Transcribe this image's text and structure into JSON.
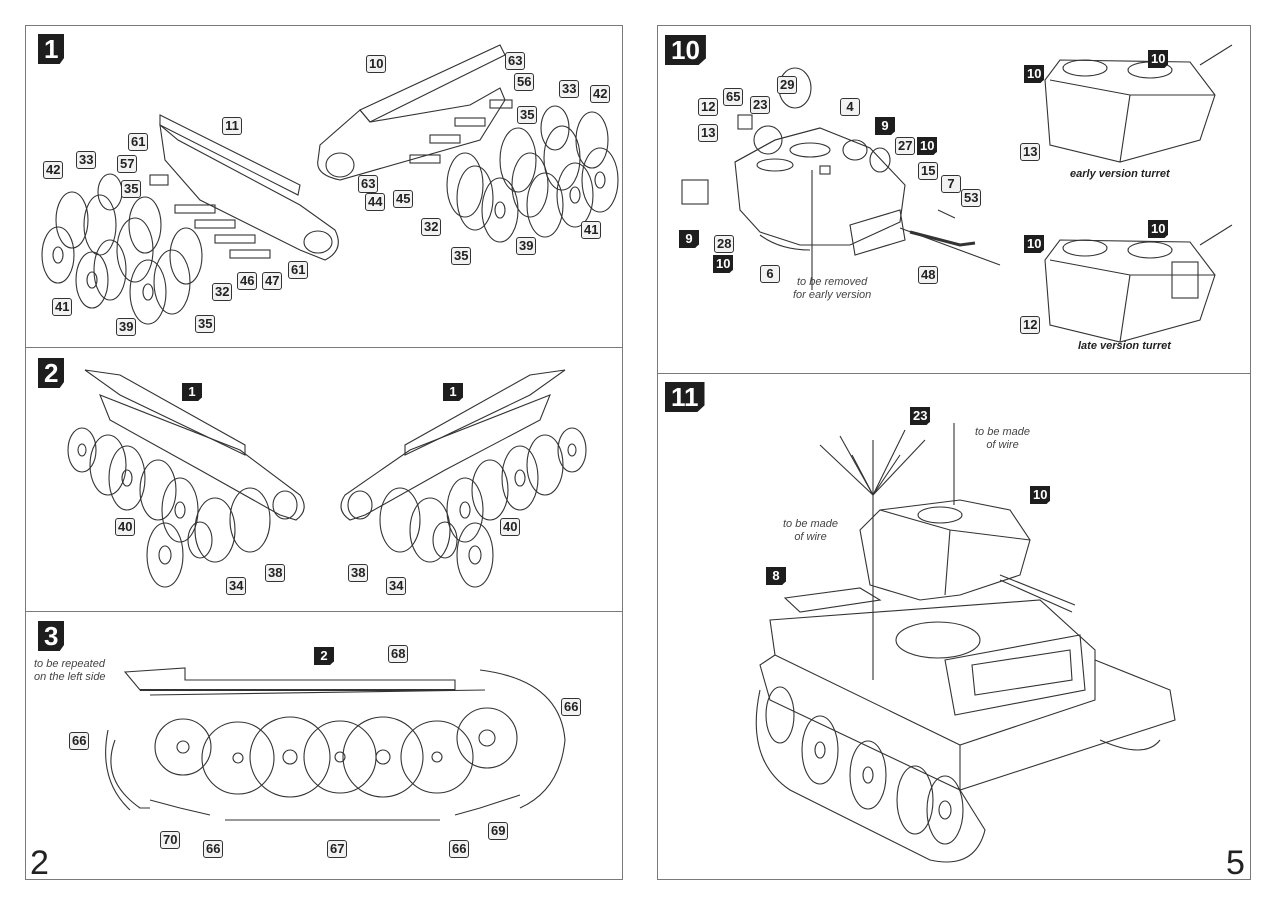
{
  "document": {
    "type": "model kit assembly instructions",
    "pages": [
      {
        "number": "2",
        "side": "left"
      },
      {
        "number": "5",
        "side": "right"
      }
    ]
  },
  "steps": {
    "s1": {
      "label": "1",
      "callouts": [
        "10",
        "63",
        "56",
        "33",
        "42",
        "35",
        "63",
        "44",
        "45",
        "32",
        "35",
        "39",
        "41",
        "11",
        "61",
        "57",
        "42",
        "33",
        "35",
        "46",
        "47",
        "61",
        "32",
        "35",
        "41",
        "39"
      ]
    },
    "s2": {
      "label": "2",
      "ref_left": "1",
      "ref_right": "1",
      "callouts_left": [
        "40",
        "34",
        "38"
      ],
      "callouts_right": [
        "38",
        "34",
        "40"
      ]
    },
    "s3": {
      "label": "3",
      "note": "to be repeated on the left side",
      "note_line1": "to be repeated",
      "note_line2": "on the left side",
      "ref": "2",
      "callouts": [
        "68",
        "66",
        "66",
        "70",
        "66",
        "67",
        "66",
        "69"
      ]
    },
    "s10": {
      "label": "10",
      "callouts": [
        "12",
        "65",
        "23",
        "29",
        "4",
        "13",
        "27",
        "15",
        "7",
        "53",
        "28",
        "6",
        "48"
      ],
      "refs": [
        "9",
        "10",
        "9",
        "10"
      ],
      "note_line1": "to be removed",
      "note_line2": "for early version",
      "early": {
        "ref_a": "10",
        "ref_b": "10",
        "callout": "13",
        "caption": "early version turret"
      },
      "late": {
        "ref_a": "10",
        "ref_b": "10",
        "callout": "12",
        "caption": "late version turret"
      }
    },
    "s11": {
      "label": "11",
      "refs": {
        "antenna": "23",
        "turret": "10",
        "engine": "8"
      },
      "note_a_line1": "to be made",
      "note_a_line2": "of wire",
      "note_b_line1": "to be made",
      "note_b_line2": "of wire"
    }
  }
}
